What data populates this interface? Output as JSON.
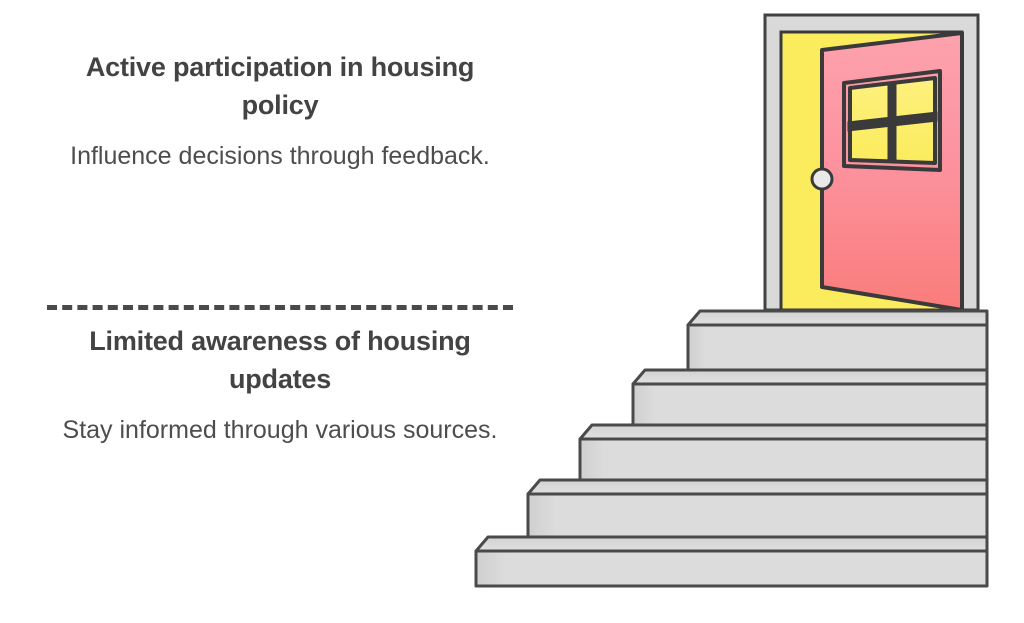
{
  "slide": {
    "background_color": "#ffffff",
    "text_color_heading": "#434343",
    "text_color_body": "#4d4d4d",
    "divider_color": "#4a4a4a"
  },
  "blocks": [
    {
      "id": "active-participation",
      "title": "Active participation in housing policy",
      "body": "Influence decisions through feedback."
    },
    {
      "id": "limited-awareness",
      "title": "Limited awareness of housing updates",
      "body": "Stay informed through various sources."
    }
  ],
  "illustration": {
    "name": "open-door-on-staircase",
    "door": {
      "panel_color_top": "#fca0ab",
      "panel_color_bottom": "#fb7f7d",
      "opening_color": "#fbec5d",
      "frame_color": "#d9d9d9",
      "outline_color": "#414141",
      "knob_color": "#e8e8e8",
      "window_panes": 4,
      "window_glass_color": "#fbef77"
    },
    "stairs": {
      "step_count": 5,
      "tread_color": "#dadada",
      "riser_color": "#dcdcdc",
      "outline_color": "#4a4a4a"
    }
  }
}
